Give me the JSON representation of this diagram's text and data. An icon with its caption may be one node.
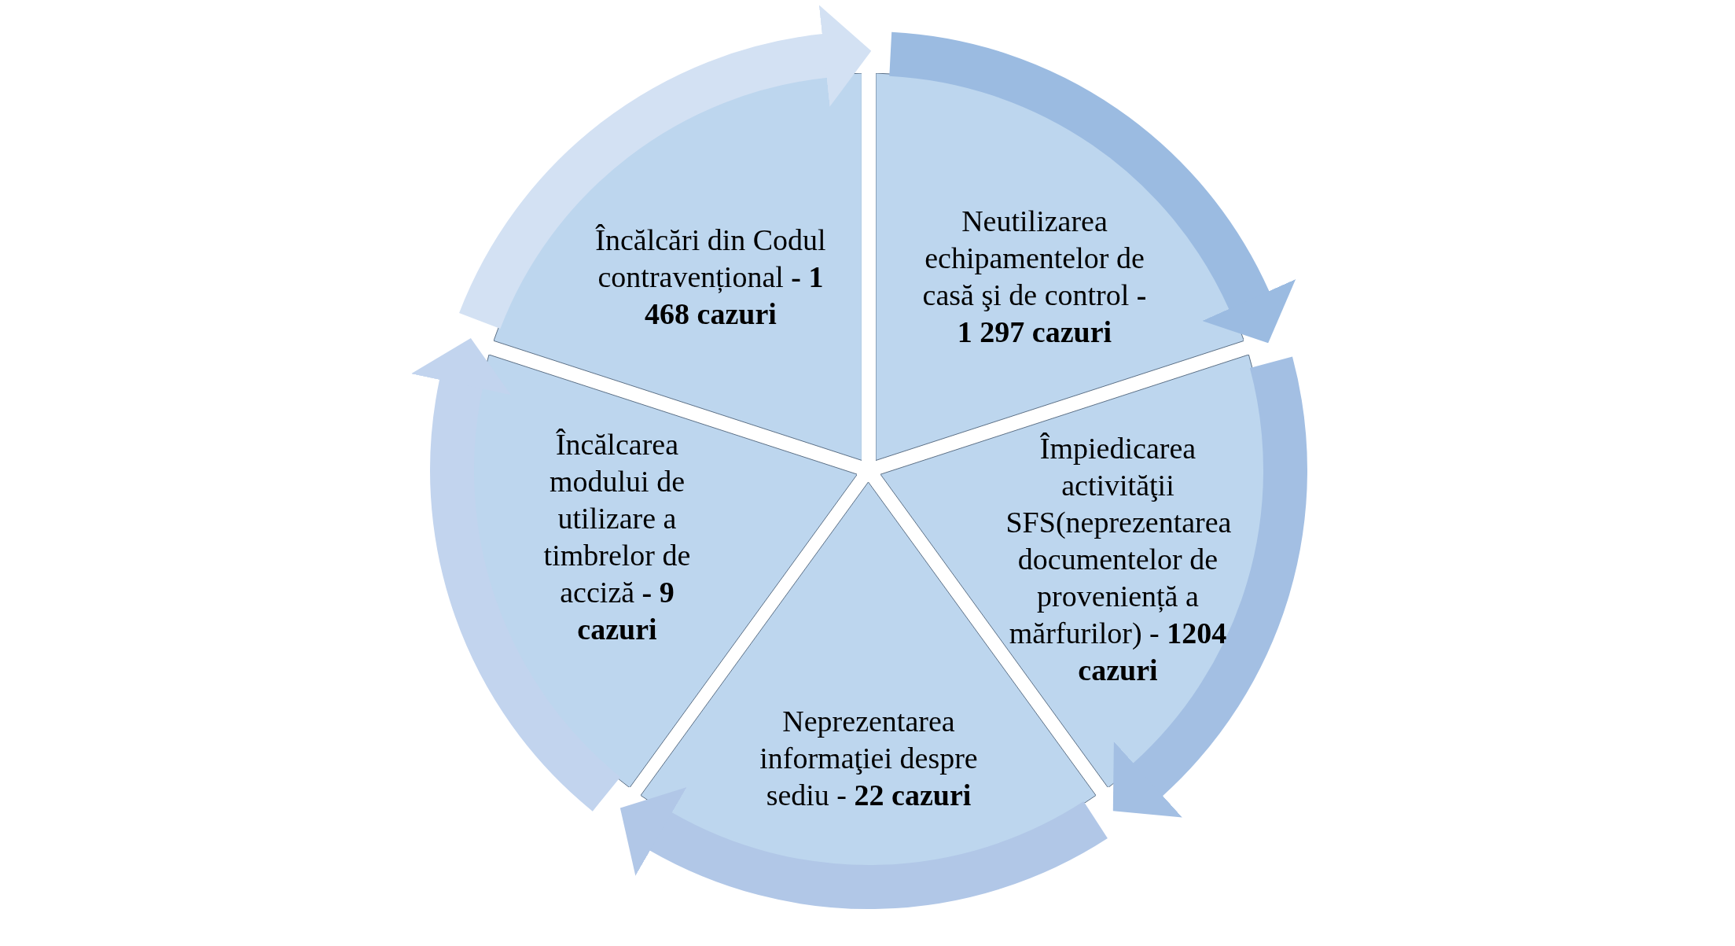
{
  "diagram": {
    "nodes": [
      {
        "text": [
          "Încălcări din Codul contravențional **- 1 468 cazuri**"
        ]
      },
      {
        "text": [
          "Neutilizarea echipamentelor de casă şi de control **- 1 297 cazuri**"
        ]
      },
      {
        "text": [
          "Împiedicarea activităţii SFS(neprezentarea documentelor de proveniență a mărfurilor) - **1204 cazuri**"
        ]
      },
      {
        "text": [
          "Neprezentarea informaţiei despre sediu - **22 cazuri**"
        ]
      },
      {
        "text": [
          "Încălcarea modului de utilizare a timbrelor de acciză **- 9 cazuri**"
        ]
      }
    ],
    "edges": [
      {
        "from": 0,
        "to": 1,
        "arrow": "to"
      },
      {
        "from": 1,
        "to": 2,
        "arrow": "to"
      },
      {
        "from": 2,
        "to": 3,
        "arrow": "to"
      },
      {
        "from": 3,
        "to": 4,
        "arrow": "to"
      },
      {
        "from": 4,
        "to": 0,
        "arrow": "to"
      }
    ]
  }
}
